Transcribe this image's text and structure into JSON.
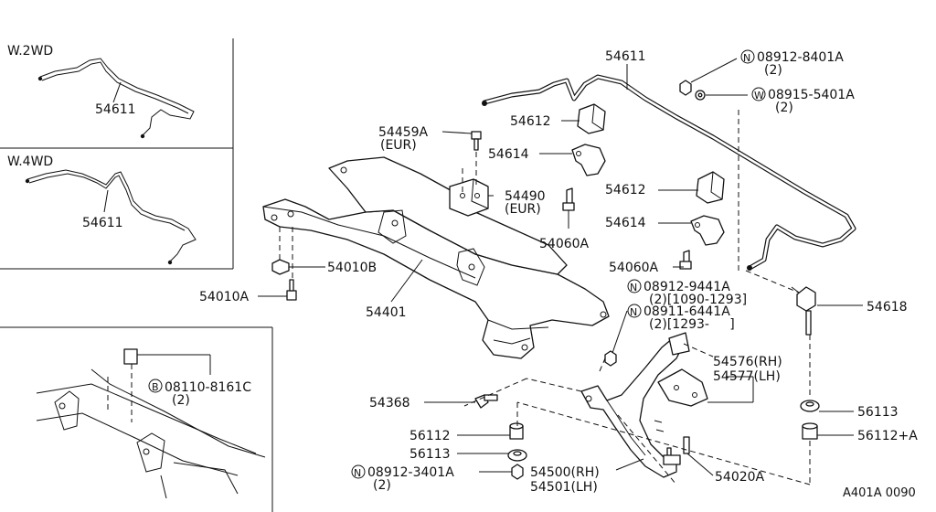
{
  "insets": {
    "w2wd_label": "W.2WD",
    "w4wd_label": "W.4WD",
    "w2wd_part": "54611",
    "w4wd_part": "54611"
  },
  "callouts": {
    "c54611": "54611",
    "n08912_8401a": "08912-8401A",
    "n08912_8401a_qty": "(2)",
    "w08915_5401a": "08915-5401A",
    "w08915_5401a_qty": "(2)",
    "c54612a": "54612",
    "c54459a": "54459A",
    "c54459a_eur": "(EUR)",
    "c54614a": "54614",
    "c54490": "54490",
    "c54490_eur": "(EUR)",
    "c54060a_1": "54060A",
    "c54612b": "54612",
    "c54614b": "54614",
    "c54060a_2": "54060A",
    "c54010b": "54010B",
    "c54010a": "54010A",
    "c54401": "54401",
    "n08912_9441a": "08912-9441A",
    "n08912_9441a_qty": "(2)[1090-1293]",
    "n08911_6441a": "08911-6441A",
    "n08911_6441a_qty": "(2)[1293-     ]",
    "c54618": "54618",
    "b08110_8161c": "08110-8161C",
    "b08110_8161c_qty": "(2)",
    "c54576": "54576(RH)",
    "c54577": "54577(LH)",
    "c54368": "54368",
    "c56113a": "56113",
    "c56112": "56112",
    "c56113b": "56113",
    "c56112a": "56112+A",
    "n08912_3401a": "08912-3401A",
    "n08912_3401a_qty": "(2)",
    "c54500": "54500(RH)",
    "c54501": "54501(LH)",
    "c54020a": "54020A",
    "diagram_id": "A401A 0090"
  },
  "prefix_symbols": {
    "nut": "N",
    "washer": "W",
    "bolt": "B"
  }
}
